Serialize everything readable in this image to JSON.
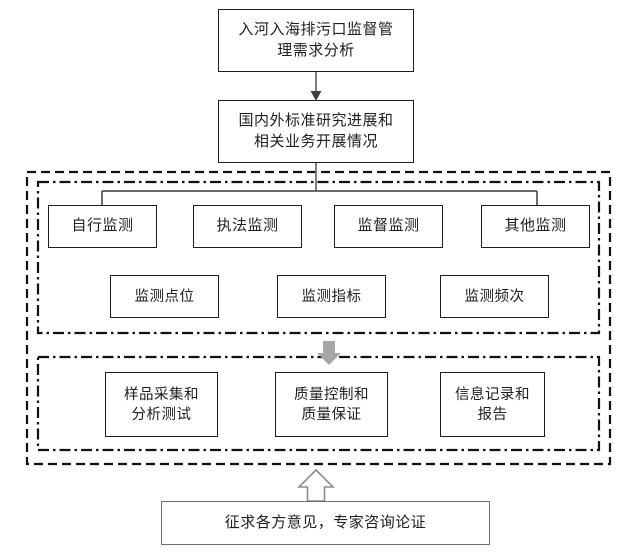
{
  "diagram": {
    "title_box": {
      "lines": [
        "入河入海排污口监督管",
        "理需求分析"
      ]
    },
    "second_box": {
      "lines": [
        "国内外标准研究进展和",
        "相关业务开展情况"
      ]
    },
    "monitoring_group": {
      "types": [
        {
          "label": "自行监测"
        },
        {
          "label": "执法监测"
        },
        {
          "label": "监督监测"
        },
        {
          "label": "其他监测"
        }
      ],
      "elements": [
        {
          "label": "监测点位"
        },
        {
          "label": "监测指标"
        },
        {
          "label": "监测频次"
        }
      ]
    },
    "process_group": {
      "steps": [
        {
          "lines": [
            "样品采集和",
            "分析测试"
          ]
        },
        {
          "lines": [
            "质量控制和",
            "质量保证"
          ]
        },
        {
          "lines": [
            "信息记录和",
            "报告"
          ]
        }
      ]
    },
    "footer_box": {
      "text": "征求各方意见，专家咨询论证"
    },
    "icons": {
      "down_block_arrow": "down-block-arrow-icon",
      "up_hollow_arrow": "up-hollow-arrow-icon",
      "flow_arrow": "down-arrow-icon"
    },
    "colors": {
      "stroke": "#1f1f1f",
      "dash": "#111111",
      "gray_arrow": "#a6a6a6",
      "connector": "#6f6f6f"
    }
  }
}
